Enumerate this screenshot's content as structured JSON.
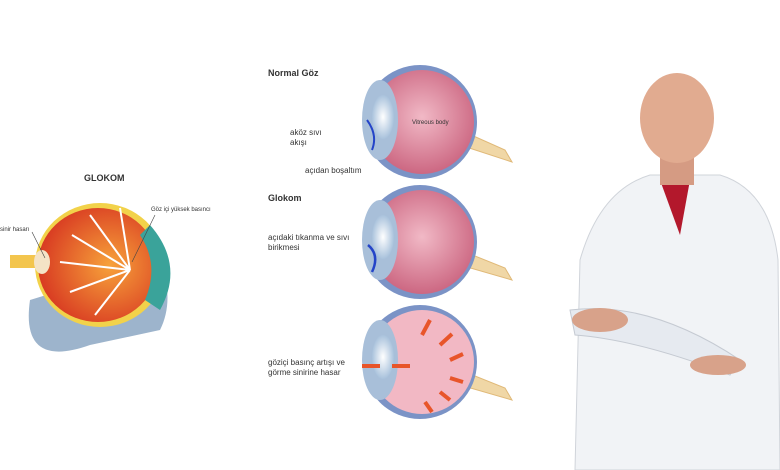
{
  "left_diagram": {
    "title": "GLOKOM",
    "label_pressure": "Göz içi yüksek basıncı",
    "label_nerve": "sinir hasarı"
  },
  "center_diagram": {
    "normal_title": "Normal Göz",
    "normal_flow": "aköz sıvı akışı",
    "normal_drain": "açıdan boşaltım",
    "vitreous": "Vitreous body",
    "glaucoma_title": "Glokom",
    "glaucoma_block": "açıdaki tıkanma ve sıvı birikmesi",
    "glaucoma_damage": "göziçi basınç artışı ve görme sinirine hasar"
  },
  "colors": {
    "eye_pink": "#d9788f",
    "sclera_blue": "#6f8fc4",
    "arrow_orange": "#e8552a",
    "retina_red": "#e0492b"
  }
}
